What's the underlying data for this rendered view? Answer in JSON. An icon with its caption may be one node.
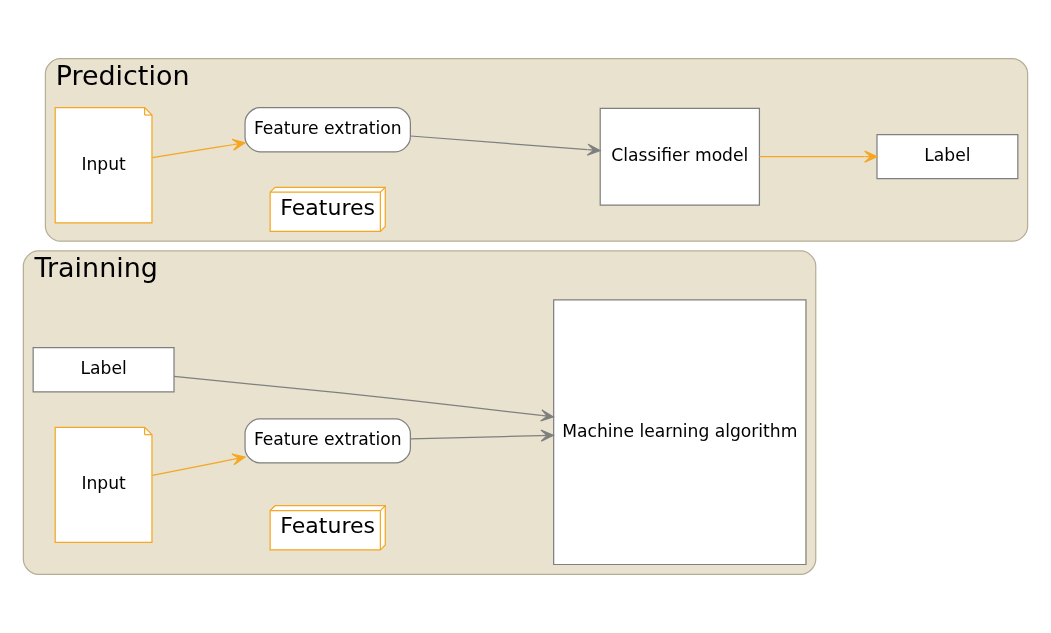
{
  "diagram": {
    "nodes": [
      {
        "text": [
          "Trainning"
        ]
      },
      {
        "text": [
          "Label"
        ],
        "in": 0
      },
      {
        "text": [
          "Input"
        ],
        "in": 0
      },
      {
        "text": [
          "Feature extration"
        ],
        "in": 0
      },
      {
        "text": [
          "Features"
        ],
        "in": 0
      },
      {
        "text": [
          "Machine learning algorithm"
        ],
        "in": 0
      },
      {
        "text": [
          "Prediction"
        ]
      },
      {
        "text": [
          "Input"
        ],
        "in": 6
      },
      {
        "text": [
          "Feature extration"
        ],
        "in": 6
      },
      {
        "text": [
          "Features"
        ],
        "in": 6
      },
      {
        "text": [
          "Classifier model"
        ],
        "in": 6
      },
      {
        "text": [
          "Label"
        ],
        "in": 6
      }
    ],
    "edges": [
      {
        "from": 1,
        "to": 5,
        "arrow": "to",
        "color": "#7f7f7f"
      },
      {
        "from": 2,
        "to": 3,
        "arrow": "to",
        "color": "#f5a623"
      },
      {
        "from": 3,
        "to": 5,
        "arrow": "to",
        "color": "#7f7f7f"
      },
      {
        "from": 7,
        "to": 8,
        "arrow": "to",
        "color": "#f5a623"
      },
      {
        "from": 8,
        "to": 10,
        "arrow": "to",
        "color": "#7f7f7f"
      },
      {
        "from": 10,
        "to": 11,
        "arrow": "to",
        "color": "#f5a623"
      }
    ]
  }
}
